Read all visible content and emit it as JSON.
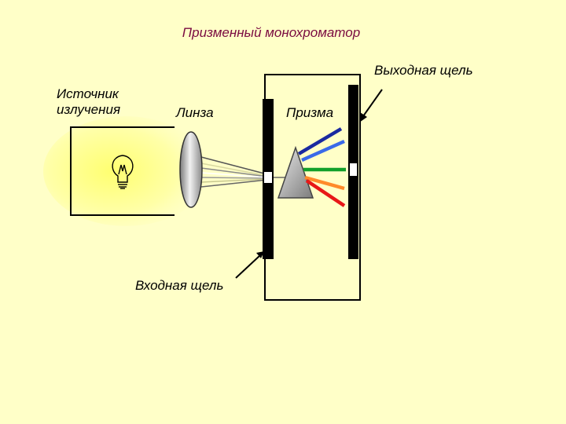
{
  "title": "Призменный монохроматор",
  "labels": {
    "exit_slit": "Выходная щель",
    "source": "Источник\nизлучения",
    "lens": "Линза",
    "prism": "Призма",
    "entrance_slit": "Входная щель"
  },
  "colors": {
    "background": "#ffffc8",
    "title": "#7a0a40",
    "glow": "#ffff88",
    "slit_panel": "#000000",
    "prism": "#a8a8a8",
    "lens": "#b8b8b8",
    "spectrum": [
      "#1a2aa0",
      "#3a6ae8",
      "#12a02a",
      "#ff8a2a",
      "#e81818"
    ]
  },
  "icons": [
    "light-bulb-icon"
  ]
}
